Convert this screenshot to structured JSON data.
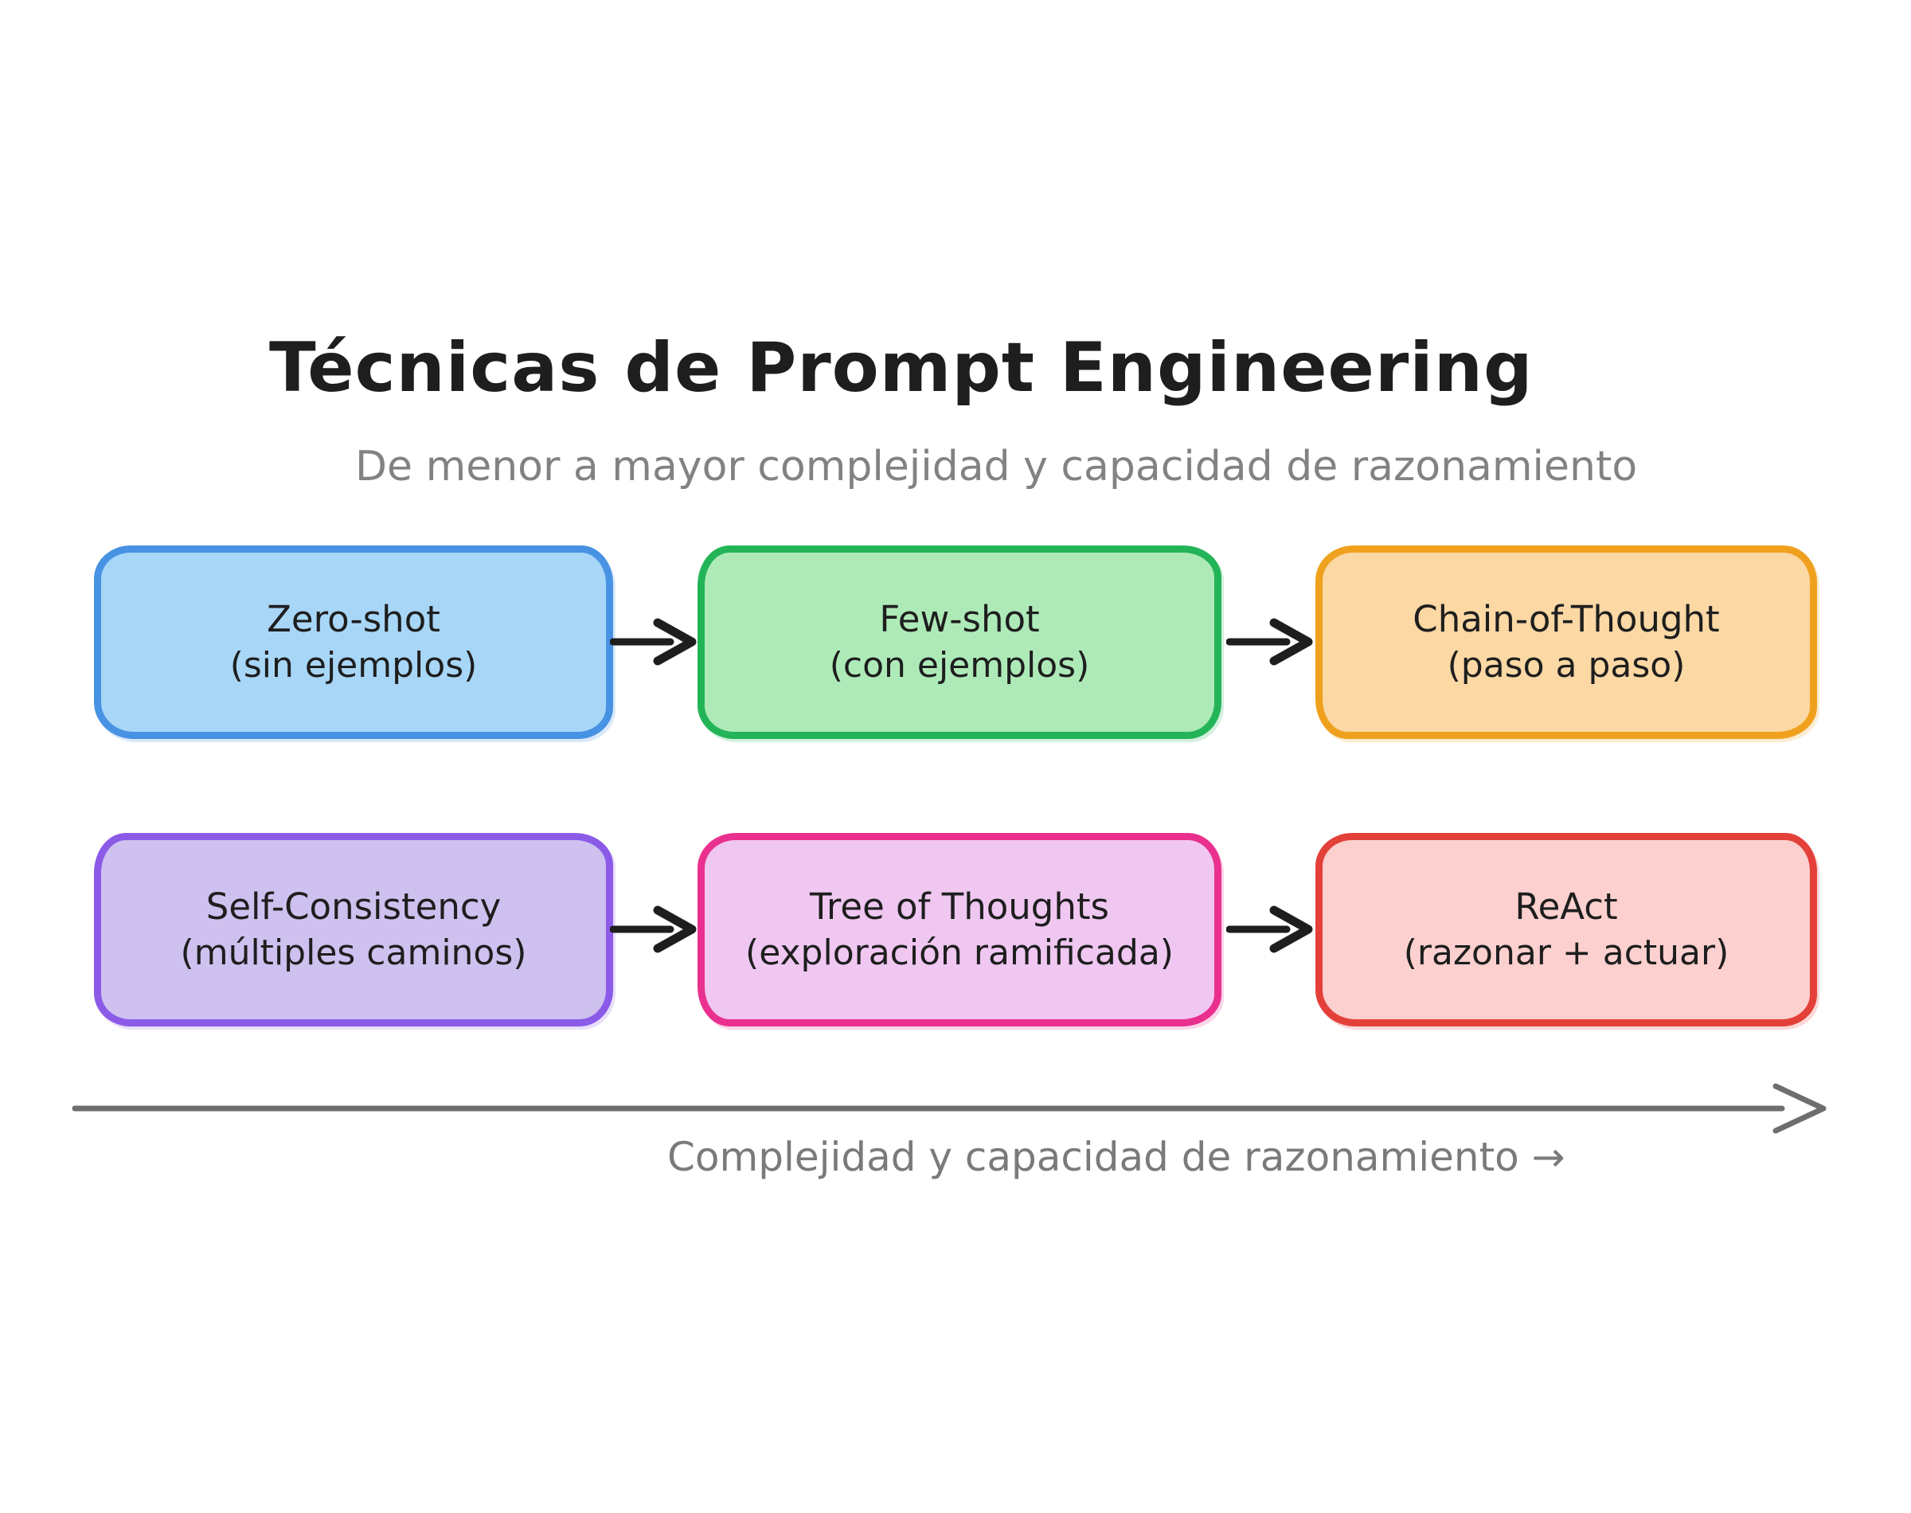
{
  "header": {
    "title": "Técnicas de Prompt Engineering",
    "subtitle": "De menor a mayor complejidad y capacidad de razonamiento",
    "title_color": "#1e1e1e",
    "subtitle_color": "#828282"
  },
  "diagram": {
    "rows": [
      {
        "boxes": [
          {
            "name": "Zero-shot",
            "detail": "(sin ejemplos)",
            "fill": "#a8d6f7",
            "border": "#4792e3"
          },
          {
            "name": "Few-shot",
            "detail": "(con ejemplos)",
            "fill": "#aeeab8",
            "border": "#24b458"
          },
          {
            "name": "Chain-of-Thought",
            "detail": "(paso a paso)",
            "fill": "#fbd8a4",
            "border": "#efa11e"
          }
        ]
      },
      {
        "boxes": [
          {
            "name": "Self-Consistency",
            "detail": "(múltiples caminos)",
            "fill": "#cec1ef",
            "border": "#8b5be8"
          },
          {
            "name": "Tree of Thoughts",
            "detail": "(exploración ramificada)",
            "fill": "#efc7f1",
            "border": "#e9308f"
          },
          {
            "name": "ReAct",
            "detail": "(razonar + actuar)",
            "fill": "#fbd0ce",
            "border": "#e4403a"
          }
        ]
      }
    ],
    "flow_arrow_color": "#1e1e1e",
    "text_color": "#1e1e1e"
  },
  "axis": {
    "label": "Complejidad y capacidad de razonamiento →",
    "line_color": "#6e6e6e",
    "label_color": "#7a7a7a"
  }
}
